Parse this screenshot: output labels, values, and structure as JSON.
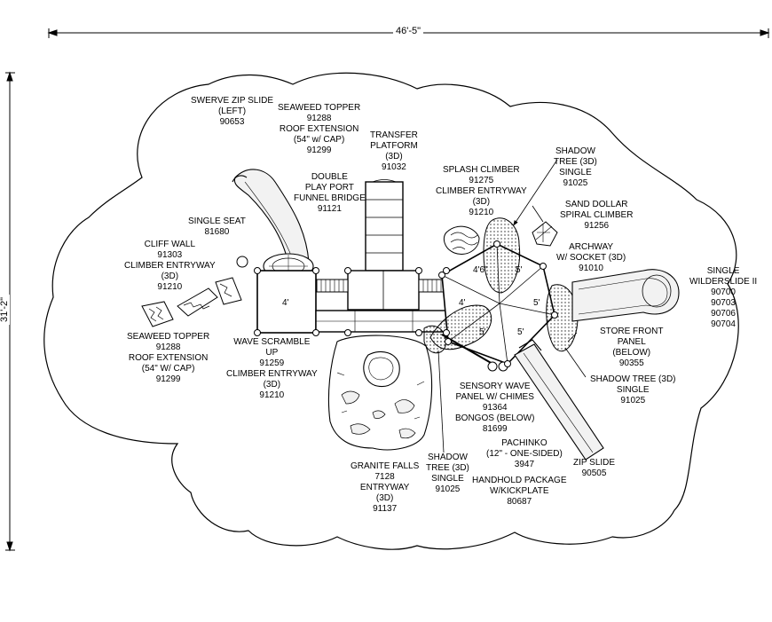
{
  "dimensions": {
    "width": "46'-5\"",
    "height": "31'-2\""
  },
  "labels": {
    "swerve_zip": "SWERVE ZIP SLIDE\n(LEFT)\n90653",
    "seaweed_top": "SEAWEED TOPPER\n91288\nROOF EXTENSION\n(54\" w/ CAP)\n91299",
    "transfer": "TRANSFER\nPLATFORM\n(3D)\n91032",
    "double_play": "DOUBLE\nPLAY PORT\nFUNNEL BRIDGE\n91121",
    "splash": "SPLASH CLIMBER\n91275\nCLIMBER ENTRYWAY\n(3D)\n91210",
    "shadow_top": "SHADOW\nTREE (3D)\nSINGLE\n91025",
    "sand_dollar": "SAND DOLLAR\nSPIRAL CLIMBER\n91256",
    "archway": "ARCHWAY\nW/ SOCKET (3D)\n91010",
    "wilderslide": "SINGLE\nWILDERSLIDE II\n90700\n90703\n90706\n90704",
    "single_seat": "SINGLE SEAT\n81680",
    "cliff_wall": "CLIFF WALL\n91303\nCLIMBER ENTRYWAY\n(3D)\n91210",
    "seaweed_left": "SEAWEED TOPPER\n91288\nROOF EXTENSION\n(54\" W/ CAP)\n91299",
    "wave_scramble": "WAVE SCRAMBLE\nUP\n91259\nCLIMBER ENTRYWAY\n(3D)\n91210",
    "store_front": "STORE FRONT\nPANEL\n(BELOW)\n90355",
    "shadow_right": "SHADOW TREE (3D)\nSINGLE\n91025",
    "sensory": "SENSORY WAVE\nPANEL W/ CHIMES\n91364\nBONGOS (BELOW)\n81699",
    "pachinko": "PACHINKO\n(12\" - ONE-SIDED)\n3947",
    "handhold": "HANDHOLD PACKAGE\nW/KICKPLATE\n80687",
    "zip_slide": "ZIP SLIDE\n90505",
    "granite": "GRANITE FALLS\n7128\nENTRYWAY\n(3D)\n91137",
    "shadow_bottom": "SHADOW\nTREE (3D)\nSINGLE\n91025"
  },
  "platform_heights": {
    "left_deck": "4'",
    "hex_top": "4'6\"",
    "hex_top_right": "5'",
    "hex_left": "4'",
    "hex_bottom_left": "5'",
    "hex_right": "5'",
    "hex_bottom_right": "5'"
  }
}
